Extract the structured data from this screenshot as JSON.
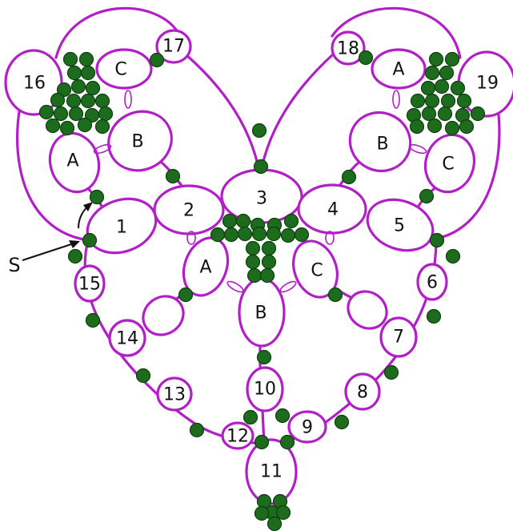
{
  "colors": {
    "thread": "#b21ec8",
    "bead": "#1d6b1d",
    "bead_outline": "#0d3f0d",
    "arrow": "#111111"
  },
  "start_marker": {
    "label": "S"
  },
  "rings": [
    {
      "id": "r1",
      "label": "1"
    },
    {
      "id": "r2",
      "label": "2"
    },
    {
      "id": "r3",
      "label": "3"
    },
    {
      "id": "r4",
      "label": "4"
    },
    {
      "id": "r5",
      "label": "5"
    },
    {
      "id": "r6",
      "label": "6"
    },
    {
      "id": "r7",
      "label": "7"
    },
    {
      "id": "r8",
      "label": "8"
    },
    {
      "id": "r9",
      "label": "9"
    },
    {
      "id": "r10",
      "label": "10"
    },
    {
      "id": "r11",
      "label": "11"
    },
    {
      "id": "r12",
      "label": "12"
    },
    {
      "id": "r13",
      "label": "13"
    },
    {
      "id": "r14",
      "label": "14"
    },
    {
      "id": "r15",
      "label": "15"
    },
    {
      "id": "r16",
      "label": "16"
    },
    {
      "id": "r17",
      "label": "17"
    },
    {
      "id": "r18",
      "label": "18"
    },
    {
      "id": "r19",
      "label": "19"
    },
    {
      "id": "ul-a",
      "label": "A"
    },
    {
      "id": "ul-b",
      "label": "B"
    },
    {
      "id": "ul-c",
      "label": "C"
    },
    {
      "id": "ur-a",
      "label": "A"
    },
    {
      "id": "ur-b",
      "label": "B"
    },
    {
      "id": "ur-c",
      "label": "C"
    },
    {
      "id": "m-a",
      "label": "A"
    },
    {
      "id": "m-b",
      "label": "B"
    },
    {
      "id": "m-c",
      "label": "C"
    },
    {
      "id": "lower-left-blank",
      "label": ""
    },
    {
      "id": "lower-right-blank",
      "label": ""
    }
  ]
}
